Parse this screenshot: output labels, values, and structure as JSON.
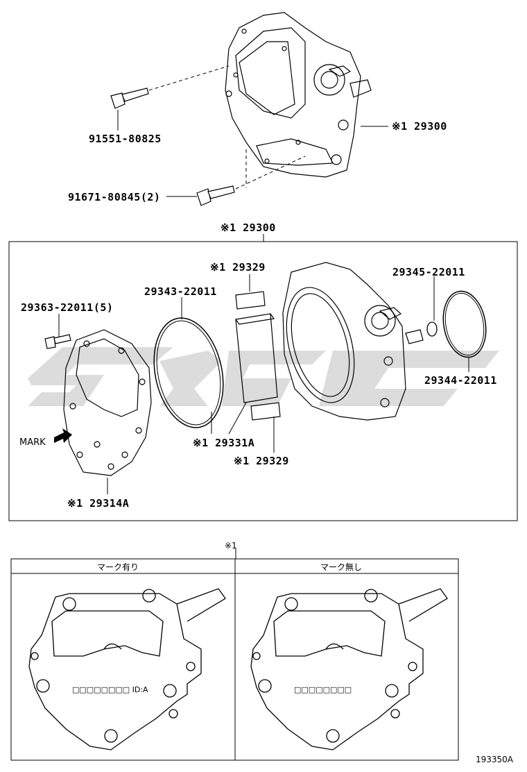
{
  "top": {
    "label_bolt_1": "91551-80825",
    "label_bolt_2": "91671-80845(2)",
    "label_pump": "※1 29300"
  },
  "box": {
    "header_label": "※1 29300",
    "parts": {
      "p29329_top": "※1 29329",
      "p29343": "29343-22011",
      "p29363": "29363-22011(5)",
      "p29345": "29345-22011",
      "p29344": "29344-22011",
      "mark": "MARK",
      "p29331a": "※1 29331A",
      "p29329_bottom": "※1 29329",
      "p29314a": "※1 29314A"
    }
  },
  "compare": {
    "header": "※1",
    "left_title": "マーク有り",
    "right_title": "マーク無し",
    "left_code": "□□□□□□□□ ID:A",
    "right_code": "□□□□□□□□"
  },
  "figure_id": "193350A"
}
